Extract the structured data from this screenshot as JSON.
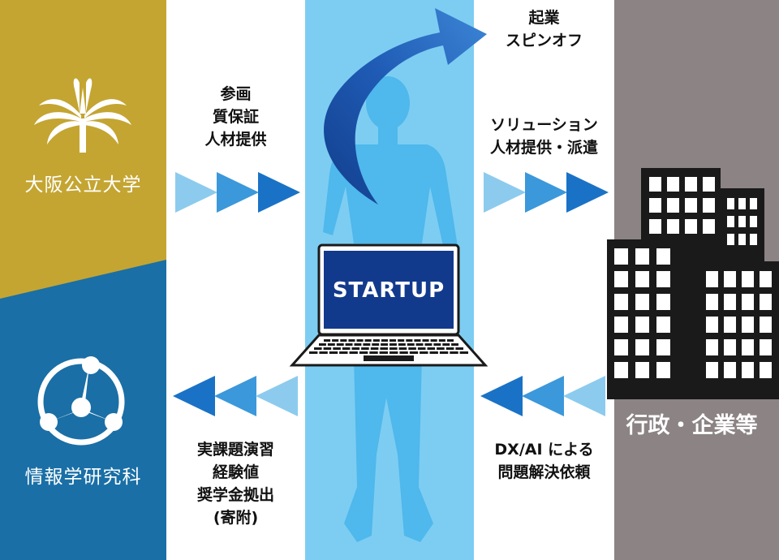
{
  "colors": {
    "gold": "#c4a532",
    "blue_panel": "#1a6fa6",
    "center_band": "#7dcdf2",
    "gray_panel": "#8b8384",
    "arrow_light": "#8ccbee",
    "arrow_mid": "#3b98da",
    "arrow_dark": "#1a72c6"
  },
  "university": {
    "name": "大阪公立大学",
    "logo_icon": "university-emblem-icon"
  },
  "graduate_school": {
    "name": "情報学研究科",
    "logo_icon": "informatics-emblem-icon"
  },
  "corporate": {
    "name": "行政・企業等",
    "icon": "office-buildings-icon"
  },
  "startup": {
    "label": "STARTUP",
    "icon": "laptop-icon",
    "figure_icon": "business-person-icon"
  },
  "flows": {
    "univ_to_startup": [
      "参画",
      "質保証",
      "人材提供"
    ],
    "startup_to_corp": [
      "ソリューション",
      "人材提供・派遣"
    ],
    "spinoff": [
      "起業",
      "スピンオフ"
    ],
    "startup_to_univ": [
      "実課題演習",
      "経験値",
      "奨学金拠出",
      "(寄附)"
    ],
    "corp_to_startup": [
      "DX/AI による",
      "問題解決依頼"
    ]
  }
}
